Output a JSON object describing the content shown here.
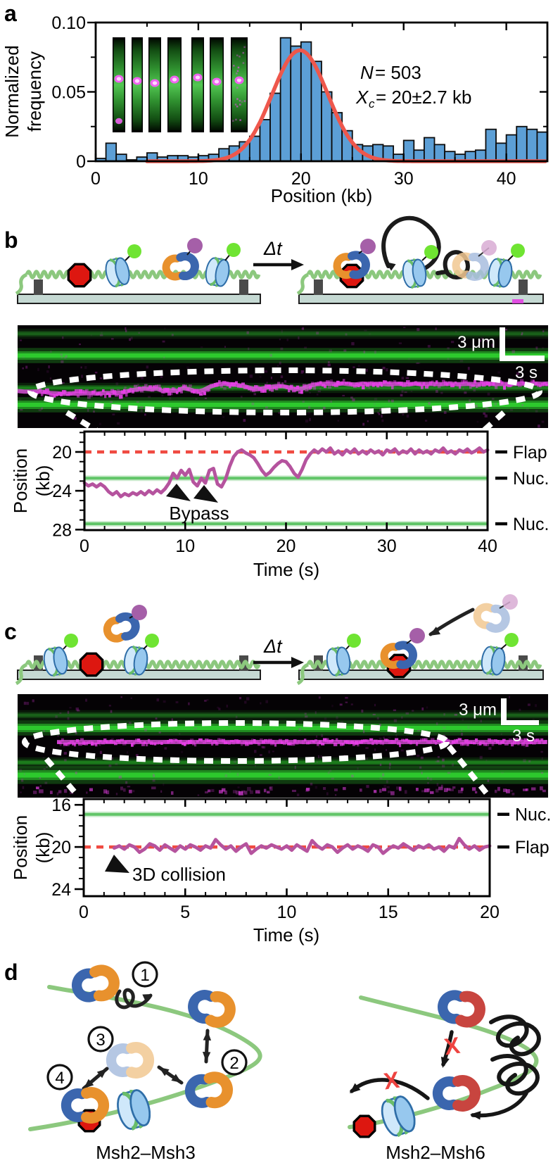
{
  "colors": {
    "bar_fill": "#5C9FD6",
    "fit_curve": "#EE574C",
    "trace": "#B5539E",
    "nucleosome_line": "#5CC363",
    "flap_line": "#F04A41",
    "kymo_green_bright": "#2ECC2E",
    "kymo_green_dim": "#1B6B1B",
    "kymo_magenta": "#E840E8",
    "dna_green": "#8CC87E",
    "msh2_blue": "#3B66AE",
    "msh3_orange": "#E8912D",
    "msh6_red": "#C8453F",
    "lesion_red": "#DD1710",
    "green_dot": "#6FE432",
    "purple_dot": "#A55FA8",
    "pink_dot": "#D8ACD3",
    "platform": "#C5D9D3"
  },
  "panels": {
    "a": {
      "letter": "a",
      "ylabel_line1": "Normalized",
      "ylabel_line2": "frequency",
      "xlabel": "Position (kb)",
      "annotation": {
        "n_italic": "N",
        "n_value": " = 503",
        "x_italic": "X",
        "x_sub": "c",
        "x_value": "= 20±2.7 kb"
      },
      "inset": {
        "strip_y": 53,
        "strip_h": 135,
        "strips": [
          {
            "x": 160,
            "w": 18,
            "dot_y": 112,
            "extra_dot_y": 172
          },
          {
            "x": 187,
            "w": 16,
            "dot_y": 115
          },
          {
            "x": 211,
            "w": 18,
            "dot_y": 118
          },
          {
            "x": 238,
            "w": 20,
            "dot_y": 113
          },
          {
            "x": 272,
            "w": 18,
            "dot_y": 110
          },
          {
            "x": 298,
            "w": 20,
            "dot_y": 116
          },
          {
            "x": 328,
            "w": 24,
            "dot_y": 114,
            "speckled": true
          }
        ]
      }
    },
    "b": {
      "letter": "b",
      "delta_t": "Δt",
      "scale_um": "3 μm",
      "scale_s": "3 s",
      "bypass": "Bypass",
      "xlabel": "Time (s)",
      "ylabel_line1": "Position",
      "ylabel_line2": "(kb)"
    },
    "c": {
      "letter": "c",
      "delta_t": "Δt",
      "scale_um": "3 μm",
      "scale_s": "3 s",
      "collision": "3D collision",
      "xlabel": "Time (s)",
      "ylabel_line1": "Position",
      "ylabel_line2": "(kb)"
    },
    "d": {
      "letter": "d",
      "steps": [
        "1",
        "2",
        "3",
        "4"
      ],
      "x_mark": "X",
      "label_left": "Msh2–Msh3",
      "label_right": "Msh2–Msh6"
    }
  },
  "chart_data": [
    {
      "panel": "a",
      "type": "bar",
      "xlabel": "Position (kb)",
      "ylabel": "Normalized frequency",
      "xlim": [
        0,
        44
      ],
      "ylim": [
        0,
        0.1
      ],
      "bin_start": 0,
      "bin_width": 1,
      "values": [
        0.002,
        0.013,
        0.005,
        0.001,
        0.003,
        0.006,
        0.003,
        0.004,
        0.004,
        0.003,
        0.004,
        0.005,
        0.009,
        0.011,
        0.014,
        0.018,
        0.03,
        0.049,
        0.089,
        0.083,
        0.086,
        0.072,
        0.05,
        0.035,
        0.022,
        0.012,
        0.011,
        0.012,
        0.011,
        0.005,
        0.015,
        0.008,
        0.017,
        0.012,
        0.007,
        0.005,
        0.007,
        0.008,
        0.023,
        0.013,
        0.019,
        0.025,
        0.023,
        0.021
      ],
      "fit": {
        "type": "gaussian",
        "center": 19.9,
        "sigma": 2.7,
        "peak": 0.08
      },
      "xticks": [
        0,
        10,
        20,
        30,
        40
      ],
      "xtick_labels": [
        "0",
        "10",
        "20",
        "30",
        "40"
      ],
      "xminors": [
        5,
        15,
        25,
        35
      ],
      "yticks": [
        0,
        0.05,
        0.1
      ],
      "ytick_labels": [
        "0",
        "0.05",
        "0.10"
      ],
      "yminors": [
        0.025,
        0.075
      ],
      "sample_size_label": "N = 503",
      "center_label": "Xc= 20±2.7 kb"
    },
    {
      "panel": "b",
      "type": "line",
      "xlabel": "Time (s)",
      "ylabel": "Position (kb)",
      "xlim": [
        0,
        40
      ],
      "ylim": [
        28.05,
        17.9
      ],
      "xticks": [
        0,
        10,
        20,
        30,
        40
      ],
      "xtick_labels": [
        "0",
        "10",
        "20",
        "30",
        "40"
      ],
      "xminor_step": 2,
      "yticks": [
        20,
        24,
        28
      ],
      "ytick_labels": [
        "20",
        "24",
        "28"
      ],
      "yminor_step": 1,
      "flap_kb": 20,
      "nucleosome_kb": [
        22.7,
        27.4
      ],
      "right_labels": [
        {
          "label": "Flap",
          "kb": 20
        },
        {
          "label": "Nuc.",
          "kb": 22.7
        },
        {
          "label": "Nuc.",
          "kb": 27.4
        }
      ],
      "kymo_bands_y": [
        474,
        505,
        551,
        575
      ],
      "trace": [
        [
          0,
          23.2
        ],
        [
          0.4,
          23.5
        ],
        [
          0.8,
          23.3
        ],
        [
          1.2,
          23.6
        ],
        [
          1.6,
          23.3
        ],
        [
          2,
          23.6
        ],
        [
          2.4,
          24.1
        ],
        [
          2.8,
          24.4
        ],
        [
          3.2,
          24.1
        ],
        [
          3.6,
          24.6
        ],
        [
          4,
          24.3
        ],
        [
          4.4,
          24.5
        ],
        [
          4.8,
          24.2
        ],
        [
          5.2,
          24.4
        ],
        [
          5.6,
          24.1
        ],
        [
          6,
          24.4
        ],
        [
          6.4,
          24
        ],
        [
          6.8,
          24.3
        ],
        [
          7.2,
          23.9
        ],
        [
          7.6,
          24.2
        ],
        [
          8,
          23.8
        ],
        [
          8.4,
          23.2
        ],
        [
          8.8,
          22.2
        ],
        [
          9.2,
          22.7
        ],
        [
          9.6,
          21.9
        ],
        [
          10,
          22.4
        ],
        [
          10.4,
          21.8
        ],
        [
          10.8,
          23.1
        ],
        [
          11.2,
          23.5
        ],
        [
          11.6,
          22.7
        ],
        [
          12,
          23.2
        ],
        [
          12.4,
          21.9
        ],
        [
          12.8,
          21.7
        ],
        [
          13.2,
          23.3
        ],
        [
          13.6,
          23.6
        ],
        [
          14,
          22.8
        ],
        [
          14.4,
          21.5
        ],
        [
          14.8,
          20.5
        ],
        [
          15.2,
          20
        ],
        [
          15.6,
          19.8
        ],
        [
          16,
          20.1
        ],
        [
          16.4,
          20.3
        ],
        [
          16.8,
          20.6
        ],
        [
          17.2,
          21.2
        ],
        [
          17.6,
          21.9
        ],
        [
          18,
          22.4
        ],
        [
          18.4,
          22.1
        ],
        [
          18.8,
          21.6
        ],
        [
          19.2,
          21.2
        ],
        [
          19.6,
          20.9
        ],
        [
          20,
          21
        ],
        [
          20.4,
          21.5
        ],
        [
          20.8,
          22.2
        ],
        [
          21.2,
          22.6
        ],
        [
          21.6,
          21.8
        ],
        [
          22,
          20.8
        ],
        [
          22.4,
          20.2
        ],
        [
          22.8,
          19.8
        ],
        [
          23.2,
          20.1
        ],
        [
          23.6,
          19.7
        ],
        [
          24,
          20
        ],
        [
          24.4,
          19.6
        ],
        [
          24.8,
          20.2
        ],
        [
          25.2,
          19.9
        ],
        [
          25.6,
          20.3
        ],
        [
          26,
          19.8
        ],
        [
          26.4,
          20.1
        ],
        [
          26.8,
          19.7
        ],
        [
          27.2,
          20.2
        ],
        [
          27.6,
          19.9
        ],
        [
          28,
          20.2
        ],
        [
          28.4,
          19.8
        ],
        [
          28.8,
          20.1
        ],
        [
          29.2,
          19.9
        ],
        [
          29.6,
          20.3
        ],
        [
          30,
          19.8
        ],
        [
          30.4,
          20
        ],
        [
          30.8,
          19.7
        ],
        [
          31.2,
          20.2
        ],
        [
          31.6,
          19.9
        ],
        [
          32,
          20.1
        ],
        [
          32.4,
          19.7
        ],
        [
          32.8,
          20.2
        ],
        [
          33.2,
          19.8
        ],
        [
          33.6,
          20.1
        ],
        [
          34,
          19.9
        ],
        [
          34.4,
          20.2
        ],
        [
          34.8,
          19.8
        ],
        [
          35.2,
          20
        ],
        [
          35.6,
          19.6
        ],
        [
          36,
          20.1
        ],
        [
          36.4,
          19.9
        ],
        [
          36.8,
          20.2
        ],
        [
          37.2,
          19.8
        ],
        [
          37.6,
          20
        ],
        [
          38,
          19.7
        ],
        [
          38.4,
          20.1
        ],
        [
          38.8,
          19.9
        ],
        [
          39.2,
          19.6
        ],
        [
          39.6,
          20
        ],
        [
          40,
          19.8
        ]
      ]
    },
    {
      "panel": "c",
      "type": "line",
      "xlabel": "Time (s)",
      "ylabel": "Position (kb)",
      "xlim": [
        0,
        20
      ],
      "ylim": [
        24.67,
        15.45
      ],
      "xticks": [
        0,
        5,
        10,
        15,
        20
      ],
      "xtick_labels": [
        "0",
        "5",
        "10",
        "15",
        "20"
      ],
      "xminor_step": 1,
      "yticks": [
        16,
        20,
        24
      ],
      "ytick_labels": [
        "16",
        "20",
        "24"
      ],
      "yminor_step": 1,
      "flap_kb": 20,
      "nucleosome_kb": [
        16.9
      ],
      "right_labels": [
        {
          "label": "Nuc.",
          "kb": 16.9
        },
        {
          "label": "Flap",
          "kb": 20
        }
      ],
      "kymo_bands_y": [
        1016,
        1034,
        1083,
        1101
      ],
      "trace": [
        [
          1.5,
          20.1
        ],
        [
          1.75,
          19.9
        ],
        [
          2,
          20.2
        ],
        [
          2.25,
          19.8
        ],
        [
          2.5,
          20
        ],
        [
          2.75,
          20.5
        ],
        [
          3,
          20.2
        ],
        [
          3.25,
          19.7
        ],
        [
          3.5,
          19.9
        ],
        [
          3.75,
          20.3
        ],
        [
          4,
          19.8
        ],
        [
          4.25,
          20.1
        ],
        [
          4.5,
          20.4
        ],
        [
          4.75,
          19.9
        ],
        [
          5,
          20.2
        ],
        [
          5.25,
          19.8
        ],
        [
          5.5,
          20
        ],
        [
          5.75,
          20.3
        ],
        [
          6,
          19.9
        ],
        [
          6.25,
          20.1
        ],
        [
          6.5,
          19.3
        ],
        [
          6.75,
          19.8
        ],
        [
          7,
          20.2
        ],
        [
          7.25,
          19.9
        ],
        [
          7.5,
          20.4
        ],
        [
          7.75,
          20
        ],
        [
          8,
          19.7
        ],
        [
          8.25,
          20.6
        ],
        [
          8.5,
          20.2
        ],
        [
          8.75,
          19.9
        ],
        [
          9,
          20.1
        ],
        [
          9.25,
          19.8
        ],
        [
          9.5,
          20
        ],
        [
          9.75,
          20.2
        ],
        [
          10,
          19.9
        ],
        [
          10.25,
          20.3
        ],
        [
          10.5,
          19.8
        ],
        [
          10.75,
          20.1
        ],
        [
          11,
          20.4
        ],
        [
          11.25,
          19.4
        ],
        [
          11.5,
          19.9
        ],
        [
          11.75,
          20.2
        ],
        [
          12,
          19.8
        ],
        [
          12.25,
          20
        ],
        [
          12.5,
          20.5
        ],
        [
          12.75,
          20.1
        ],
        [
          13,
          19.8
        ],
        [
          13.25,
          20.2
        ],
        [
          13.5,
          19.9
        ],
        [
          13.75,
          20.1
        ],
        [
          14,
          20.4
        ],
        [
          14.25,
          19.8
        ],
        [
          14.5,
          20
        ],
        [
          14.75,
          20.6
        ],
        [
          15,
          20.2
        ],
        [
          15.25,
          19.9
        ],
        [
          15.5,
          20.1
        ],
        [
          15.75,
          19.7
        ],
        [
          16,
          20
        ],
        [
          16.25,
          20.3
        ],
        [
          16.5,
          19.9
        ],
        [
          16.75,
          20.1
        ],
        [
          17,
          19.8
        ],
        [
          17.25,
          20.2
        ],
        [
          17.5,
          20
        ],
        [
          17.75,
          20.4
        ],
        [
          18,
          19.9
        ],
        [
          18.25,
          20.1
        ],
        [
          18.5,
          19.2
        ],
        [
          18.75,
          19.8
        ],
        [
          19,
          20.2
        ],
        [
          19.25,
          19.9
        ],
        [
          19.5,
          20.3
        ],
        [
          19.75,
          20
        ],
        [
          20,
          19.9
        ]
      ]
    }
  ]
}
